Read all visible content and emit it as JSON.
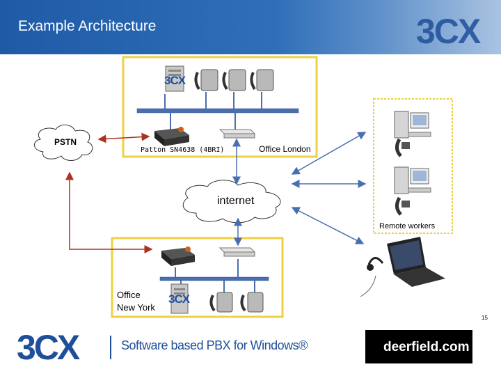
{
  "header": {
    "title": "Example Architecture",
    "logo": "3CX"
  },
  "labels": {
    "pstn": "PSTN",
    "patton": "Patton SN4638 (4BRI)",
    "office_london": "Office London",
    "internet": "internet",
    "remote_workers": "Remote workers",
    "office_ny_line1": "Office",
    "office_ny_line2": "New York",
    "server_logo": "3CX"
  },
  "footer": {
    "logo": "3CX",
    "tagline": "Software based PBX for Windows®",
    "deerfield": "deerfield.com",
    "page_number": "15"
  },
  "colors": {
    "header_blue": "#1f5aa6",
    "office_border": "#f0d040",
    "remote_border": "#f0d040",
    "arrow_blue": "#4a6fb0",
    "arrow_red": "#b03020"
  }
}
